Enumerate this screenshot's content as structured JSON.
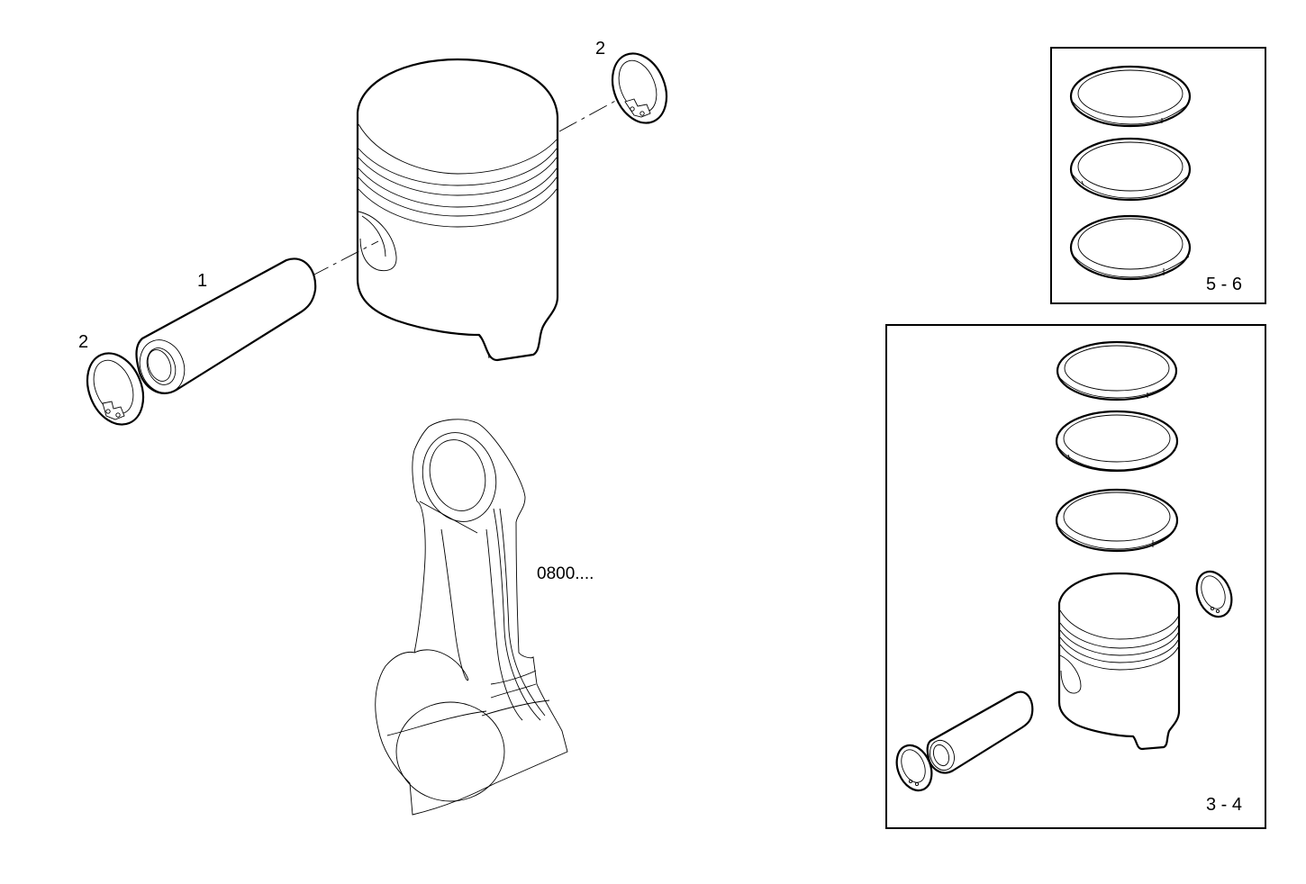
{
  "diagram": {
    "type": "exploded-parts-view",
    "subject": "Piston assembly with connecting rod",
    "colors": {
      "line": "#000000",
      "background": "#ffffff"
    },
    "callouts": {
      "piston_pin": "1",
      "circlip_top": "2",
      "circlip_left": "2",
      "connecting_rod_ref": "0800...."
    },
    "insets": [
      {
        "id": "rings-kit",
        "label": "5 - 6",
        "contents": [
          "compression ring",
          "compression ring",
          "oil control ring"
        ]
      },
      {
        "id": "piston-kit",
        "label": "3 - 4",
        "contents": [
          "compression ring",
          "compression ring",
          "oil control ring",
          "piston",
          "piston pin",
          "circlip",
          "circlip"
        ]
      }
    ],
    "parts": [
      {
        "ref": "1",
        "name": "piston pin"
      },
      {
        "ref": "2",
        "name": "circlip"
      },
      {
        "ref": "0800....",
        "name": "connecting rod"
      },
      {
        "ref": "",
        "name": "piston"
      }
    ]
  }
}
